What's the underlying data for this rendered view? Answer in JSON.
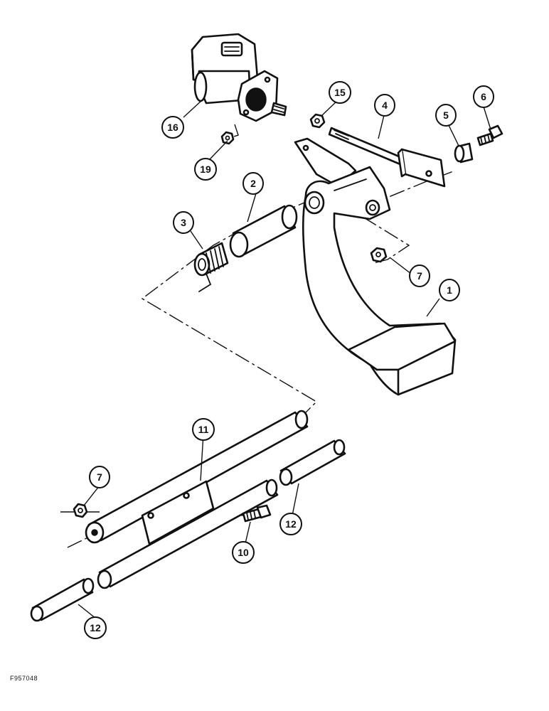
{
  "figure_code": "F957048",
  "callouts": [
    {
      "id": "callout-1",
      "label": "1"
    },
    {
      "id": "callout-2",
      "label": "2"
    },
    {
      "id": "callout-3",
      "label": "3"
    },
    {
      "id": "callout-4",
      "label": "4"
    },
    {
      "id": "callout-5",
      "label": "5"
    },
    {
      "id": "callout-6",
      "label": "6"
    },
    {
      "id": "callout-7-upper",
      "label": "7"
    },
    {
      "id": "callout-7-lower",
      "label": "7"
    },
    {
      "id": "callout-10",
      "label": "10"
    },
    {
      "id": "callout-11",
      "label": "11"
    },
    {
      "id": "callout-12-right",
      "label": "12"
    },
    {
      "id": "callout-12-left",
      "label": "12"
    },
    {
      "id": "callout-15",
      "label": "15"
    },
    {
      "id": "callout-16",
      "label": "16"
    },
    {
      "id": "callout-19",
      "label": "19"
    }
  ],
  "colors": {
    "ink": "#111111",
    "paper": "#ffffff"
  }
}
